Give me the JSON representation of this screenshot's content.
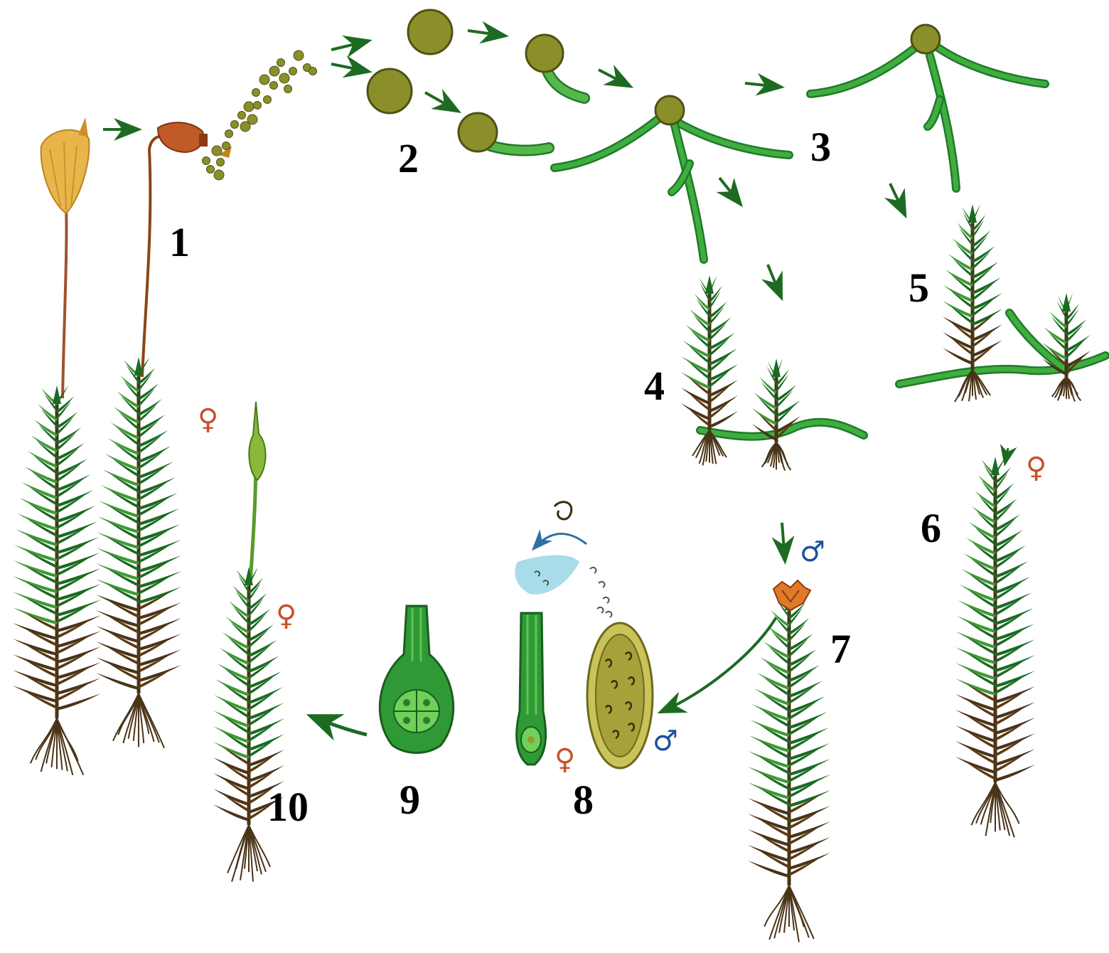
{
  "labels": {
    "n1": "1",
    "n2": "2",
    "n3": "3",
    "n4": "4",
    "n5": "5",
    "n6": "6",
    "n7": "7",
    "n8": "8",
    "n9": "9",
    "n10": "10"
  },
  "symbols": {
    "female": "♀",
    "male": "♂"
  },
  "colors": {
    "leaf_dark": "#1a6b22",
    "leaf_light": "#3e9a34",
    "stem_base": "#4a3418",
    "protonema": "#3fae3f",
    "protonema_edge": "#1f7a2a",
    "spore": "#8b8f2a",
    "spore_edge": "#4e5212",
    "capsule": "#b85a2a",
    "calyptra": "#e0a93a",
    "seta": "#a0522d",
    "female_symbol": "#c8502a",
    "male_symbol": "#1f4fa0",
    "antheridium": "#c9c35a",
    "archegonium": "#2f9a35"
  }
}
